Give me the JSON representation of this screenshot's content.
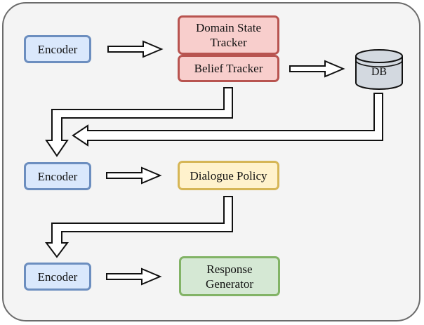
{
  "nodes": {
    "encoder_1": "Encoder",
    "encoder_2": "Encoder",
    "encoder_3": "Encoder",
    "domain_state_tracker": "Domain State\nTracker",
    "belief_tracker": "Belief Tracker",
    "database": "DB",
    "dialogue_policy": "Dialogue Policy",
    "response_generator": "Response\nGenerator"
  },
  "colors": {
    "encoder_fill": "#dae8fc",
    "encoder_border": "#6c8ebf",
    "tracker_fill": "#f8cecc",
    "tracker_border": "#b85450",
    "policy_fill": "#fff2cc",
    "policy_border": "#d6b656",
    "generator_fill": "#d5e8d4",
    "generator_border": "#82b366",
    "database_fill": "#d3d9e0",
    "frame_background": "#f4f4f4"
  },
  "edges": [
    {
      "from": "Encoder",
      "to": "Domain State Tracker"
    },
    {
      "from": "Belief Tracker",
      "to": "DB"
    },
    {
      "from": "Belief Tracker",
      "to": "Encoder"
    },
    {
      "from": "DB",
      "to": "Encoder"
    },
    {
      "from": "Encoder",
      "to": "Dialogue Policy"
    },
    {
      "from": "Dialogue Policy",
      "to": "Encoder"
    },
    {
      "from": "Encoder",
      "to": "Response Generator"
    }
  ]
}
